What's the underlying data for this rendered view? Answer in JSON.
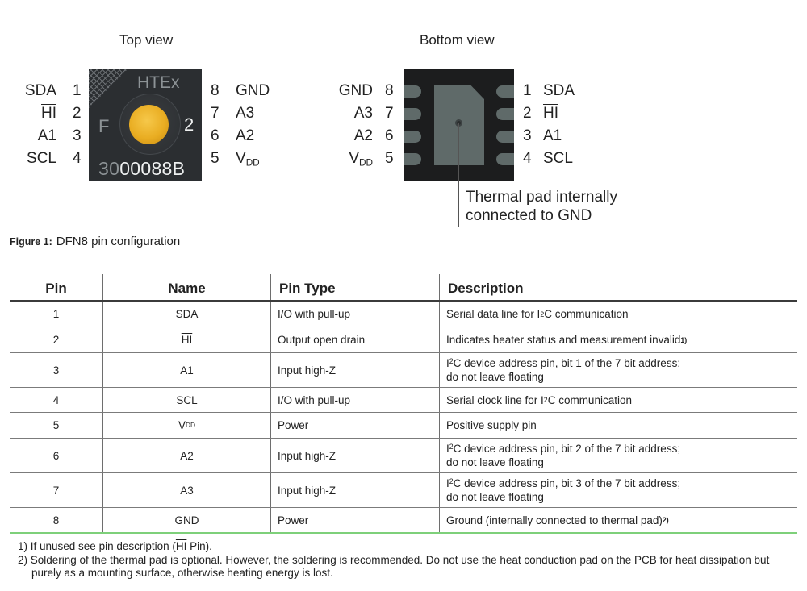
{
  "figure": {
    "top_view": {
      "title": "Top view",
      "left_pins": [
        {
          "name": "SDA",
          "num": "1"
        },
        {
          "name": "HI",
          "overline": true,
          "num": "2"
        },
        {
          "name": "A1",
          "num": "3"
        },
        {
          "name": "SCL",
          "num": "4"
        }
      ],
      "right_pins": [
        {
          "num": "8",
          "name": "GND"
        },
        {
          "num": "7",
          "name": "A3"
        },
        {
          "num": "6",
          "name": "A2"
        },
        {
          "num": "5",
          "name": "V",
          "sub": "DD"
        }
      ],
      "chip_marking": {
        "brand": "HTEx",
        "left_char": "F",
        "right_char": "2",
        "serial_dim": "30",
        "serial_bright": "00088B"
      }
    },
    "bottom_view": {
      "title": "Bottom view",
      "left_pins": [
        {
          "name": "GND",
          "num": "8"
        },
        {
          "name": "A3",
          "num": "7"
        },
        {
          "name": "A2",
          "num": "6"
        },
        {
          "name": "V",
          "sub": "DD",
          "num": "5"
        }
      ],
      "right_pins": [
        {
          "num": "1",
          "name": "SDA"
        },
        {
          "num": "2",
          "name": "HI",
          "overline": true
        },
        {
          "num": "3",
          "name": "A1"
        },
        {
          "num": "4",
          "name": "SCL"
        }
      ],
      "callout_line1": "Thermal pad internally",
      "callout_line2": "connected to GND"
    },
    "caption_label": "Figure 1:",
    "caption_text": "DFN8 pin configuration"
  },
  "table": {
    "headers": [
      "Pin",
      "Name",
      "Pin Type",
      "Description"
    ],
    "rows": [
      {
        "pin": "1",
        "name": "SDA",
        "type": "I/O with pull-up",
        "desc": [
          "Serial data line for I",
          "2",
          "C communication"
        ]
      },
      {
        "pin": "2",
        "name": "HI",
        "name_overline": true,
        "type": "Output open drain",
        "desc": [
          "Indicates heater status and measurement invalid"
        ],
        "footnote": "1)"
      },
      {
        "pin": "3",
        "name": "A1",
        "type": "Input high-Z",
        "desc": [
          "I",
          "2",
          "C device address pin, bit 1 of the 7 bit address;"
        ],
        "desc2": "do not leave floating"
      },
      {
        "pin": "4",
        "name": "SCL",
        "type": "I/O with pull-up",
        "desc": [
          "Serial clock line for I",
          "2",
          "C communication"
        ]
      },
      {
        "pin": "5",
        "name": "V",
        "name_sub": "DD",
        "type": "Power",
        "desc": [
          "Positive supply pin"
        ]
      },
      {
        "pin": "6",
        "name": "A2",
        "type": "Input high-Z",
        "desc": [
          "I",
          "2",
          "C device address pin, bit 2 of the 7 bit address;"
        ],
        "desc2": "do not leave floating"
      },
      {
        "pin": "7",
        "name": "A3",
        "type": "Input high-Z",
        "desc": [
          "I",
          "2",
          "C device address pin, bit 3 of the 7 bit address;"
        ],
        "desc2": "do not leave floating"
      },
      {
        "pin": "8",
        "name": "GND",
        "type": "Power",
        "desc": [
          "Ground (internally connected to thermal pad)"
        ],
        "footnote": "2)"
      }
    ]
  },
  "footnotes": {
    "n1_prefix": "1) If unused see pin description (",
    "n1_overline": "HI",
    "n1_suffix": " Pin).",
    "n2": "2) Soldering of the thermal pad is optional. However, the soldering is recommended. Do not use the heat conduction pad on the PCB for heat dissipation but purely as a mounting surface, otherwise heating energy is lost."
  },
  "colors": {
    "chip_top": "#2b2e31",
    "chip_bottom": "#1c1d1e",
    "pad": "#5f6a69",
    "lens": "#e9ad22",
    "table_end_rule": "#7ed07a"
  }
}
